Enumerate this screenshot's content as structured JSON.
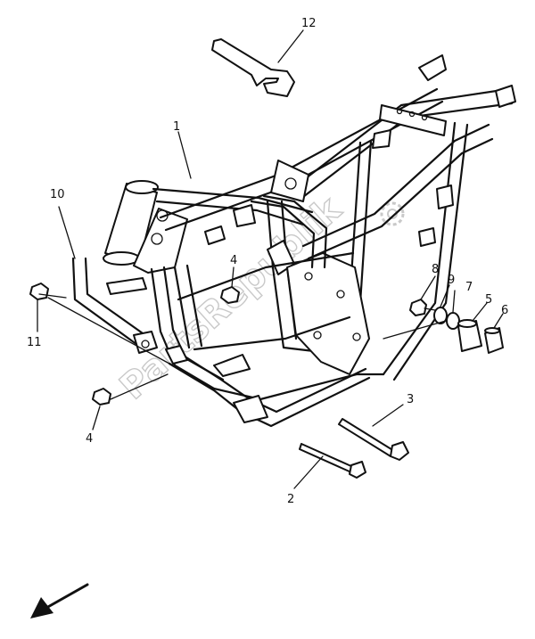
{
  "diagram": {
    "watermark": "PartsRepublik",
    "parts": [
      {
        "id": "p1",
        "number": "1"
      },
      {
        "id": "p2",
        "number": "2"
      },
      {
        "id": "p3",
        "number": "3"
      },
      {
        "id": "p4a",
        "number": "4"
      },
      {
        "id": "p4b",
        "number": "4"
      },
      {
        "id": "p5",
        "number": "5"
      },
      {
        "id": "p6",
        "number": "6"
      },
      {
        "id": "p7",
        "number": "7"
      },
      {
        "id": "p8",
        "number": "8"
      },
      {
        "id": "p9",
        "number": "9"
      },
      {
        "id": "p10",
        "number": "10"
      },
      {
        "id": "p11",
        "number": "11"
      },
      {
        "id": "p12",
        "number": "12"
      }
    ],
    "direction_icon": "front-direction-arrow-icon"
  }
}
